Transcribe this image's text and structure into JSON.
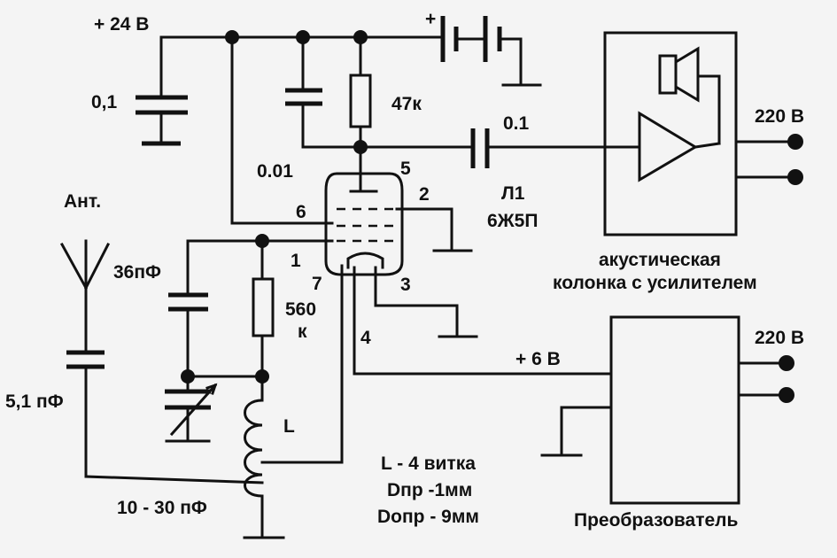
{
  "labels": {
    "supply_24v": "+ 24 В",
    "cap_01_left": "0,1",
    "resistor_47k": "47к",
    "cap_001": "0.01",
    "cap_01_out": "0.1",
    "pin5": "5",
    "pin2": "2",
    "pin6": "6",
    "pin1": "1",
    "pin7": "7",
    "pin3": "3",
    "pin4": "4",
    "tube_name": "Л1",
    "tube_type": "6Ж5П",
    "ant": "Ант.",
    "cap_36pf": "36пФ",
    "resistor_560_a": "560",
    "resistor_560_b": "к",
    "cap_51pf": "5,1 пФ",
    "coil_L": "L",
    "cap_trim": "10 - 30 пФ",
    "supply_6v": "+ 6 В",
    "speaker_220": "220 В",
    "converter_220": "220 В",
    "speaker_caption_1": "акустическая",
    "speaker_caption_2": "колонка с усилителем",
    "converter_caption": "Преобразователь",
    "battery_plus": "+",
    "coil_turns": "L - 4 витка",
    "coil_wire_d": "Dпр -1мм",
    "coil_form_d": "Dопр - 9мм"
  }
}
